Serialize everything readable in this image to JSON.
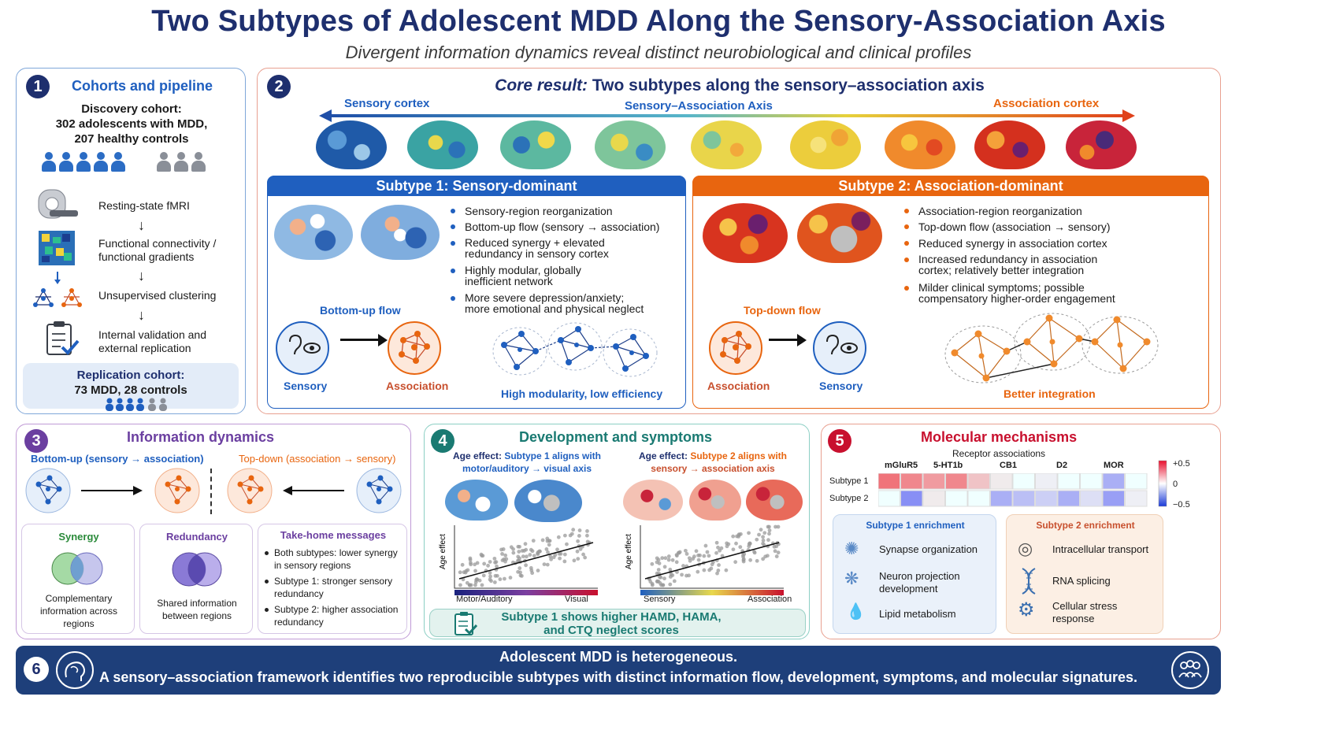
{
  "header": {
    "title": "Two Subtypes of Adolescent MDD Along the Sensory-Association Axis",
    "subtitle": "Divergent information dynamics reveal distinct neurobiological and clinical profiles"
  },
  "panel1": {
    "number": "1",
    "title": "Cohorts and pipeline",
    "discovery_line1": "Discovery cohort:",
    "discovery_line2": "302 adolescents with MDD,",
    "discovery_line3": "207 healthy controls",
    "steps": [
      {
        "line1": "Resting-state fMRI",
        "line2": ""
      },
      {
        "line1": "Functional connectivity /",
        "line2": "functional gradients"
      },
      {
        "line1": "Unsupervised clustering",
        "line2": ""
      },
      {
        "line1": "Internal validation and",
        "line2": "external replication"
      }
    ],
    "replication_line1": "Replication cohort:",
    "replication_line2": "73 MDD, 28 controls"
  },
  "panel2": {
    "number": "2",
    "title_lead": "Core result:",
    "title_rest": "Two subtypes along the sensory–association axis",
    "axis_left": "Sensory cortex",
    "axis_center": "Sensory–Association Axis",
    "axis_right": "Association cortex",
    "subtype1": {
      "header": "Subtype 1: Sensory-dominant",
      "bullets": [
        {
          "l1": "Sensory-region reorganization",
          "l2": ""
        },
        {
          "l1": "Bottom-up flow (sensory → association)",
          "l2": ""
        },
        {
          "l1": "Reduced synergy + elevated",
          "l2": "redundancy in sensory cortex"
        },
        {
          "l1": "Highly modular, globally",
          "l2": "inefficient network"
        },
        {
          "l1": "More severe depression/anxiety;",
          "l2": "more emotional and physical neglect"
        }
      ],
      "flow_label": "Bottom-up flow",
      "node_left": "Sensory",
      "node_right": "Association",
      "network_caption": "High modularity, low efficiency"
    },
    "subtype2": {
      "header": "Subtype 2: Association-dominant",
      "bullets": [
        {
          "l1": "Association-region reorganization",
          "l2": ""
        },
        {
          "l1": "Top-down flow (association → sensory)",
          "l2": ""
        },
        {
          "l1": "Reduced synergy in association cortex",
          "l2": ""
        },
        {
          "l1": "Increased redundancy in association",
          "l2": "cortex; relatively better integration"
        },
        {
          "l1": "Milder clinical symptoms; possible",
          "l2": "compensatory higher-order engagement"
        }
      ],
      "flow_label": "Top-down flow",
      "node_left": "Association",
      "node_right": "Sensory",
      "network_caption": "Better integration"
    }
  },
  "panel3": {
    "number": "3",
    "title": "Information dynamics",
    "left_label": "Bottom-up (sensory → association)",
    "right_label": "Top-down (association → sensory)",
    "synergy_title": "Synergy",
    "synergy_text": [
      "Complementary",
      "information across",
      "regions"
    ],
    "redundancy_title": "Redundancy",
    "redundancy_text": [
      "Shared information",
      "between regions"
    ],
    "takehome_title": "Take-home messages",
    "takehome": [
      {
        "l1": "Both subtypes: lower synergy",
        "l2": "in sensory regions"
      },
      {
        "l1": "Subtype 1: stronger sensory",
        "l2": "redundancy"
      },
      {
        "l1": "Subtype 2: higher association",
        "l2": "redundancy"
      }
    ]
  },
  "panel4": {
    "number": "4",
    "title": "Development and symptoms",
    "left_head_a": "Age effect:",
    "left_head_b": "Subtype 1 aligns with",
    "left_head_c": "motor/auditory → visual axis",
    "right_head_a": "Age effect:",
    "right_head_b": "Subtype 2 aligns with",
    "right_head_c": "sensory → association axis",
    "y_label": "Age effect",
    "left_axis_left": "Motor/Auditory",
    "left_axis_right": "Visual",
    "right_axis_left": "Sensory",
    "right_axis_right": "Association",
    "footer_line1": "Subtype 1 shows higher HAMD, HAMA,",
    "footer_line2": "and CTQ neglect scores"
  },
  "panel5": {
    "number": "5",
    "title": "Molecular mechanisms",
    "receptor_title": "Receptor associations",
    "receptors": [
      "mGluR5",
      "5-HT1b",
      "CB1",
      "D2",
      "MOR"
    ],
    "rows": [
      "Subtype 1",
      "Subtype 2"
    ],
    "heat": [
      [
        0.35,
        0.3,
        0.25,
        0.3,
        0.15,
        0.05,
        0.0,
        -0.05,
        0.0,
        0.0,
        -0.25,
        0.0
      ],
      [
        0.0,
        -0.35,
        0.05,
        0.0,
        0.0,
        -0.25,
        -0.2,
        -0.15,
        -0.25,
        -0.1,
        -0.3,
        -0.05
      ]
    ],
    "scale_max": "+0.5",
    "scale_mid": "0",
    "scale_min": "−0.5",
    "enrich1_title": "Subtype 1 enrichment",
    "enrich1": [
      {
        "l1": "Synapse organization",
        "l2": ""
      },
      {
        "l1": "Neuron projection",
        "l2": "development"
      },
      {
        "l1": "Lipid metabolism",
        "l2": ""
      }
    ],
    "enrich2_title": "Subtype 2 enrichment",
    "enrich2": [
      {
        "l1": "Intracellular transport",
        "l2": ""
      },
      {
        "l1": "RNA splicing",
        "l2": ""
      },
      {
        "l1": "Cellular stress",
        "l2": "response"
      }
    ]
  },
  "panel6": {
    "number": "6",
    "line1": "Adolescent MDD is heterogeneous.",
    "line2": "A sensory–association framework identifies two reproducible subtypes with distinct information flow, development, symptoms, and molecular signatures."
  },
  "colors": {
    "navy": "#1e2f6e",
    "blue": "#1f5fbf",
    "orange": "#e8650f",
    "red": "#c8102e",
    "teal": "#1a7a72",
    "purple": "#6b3fa0"
  }
}
